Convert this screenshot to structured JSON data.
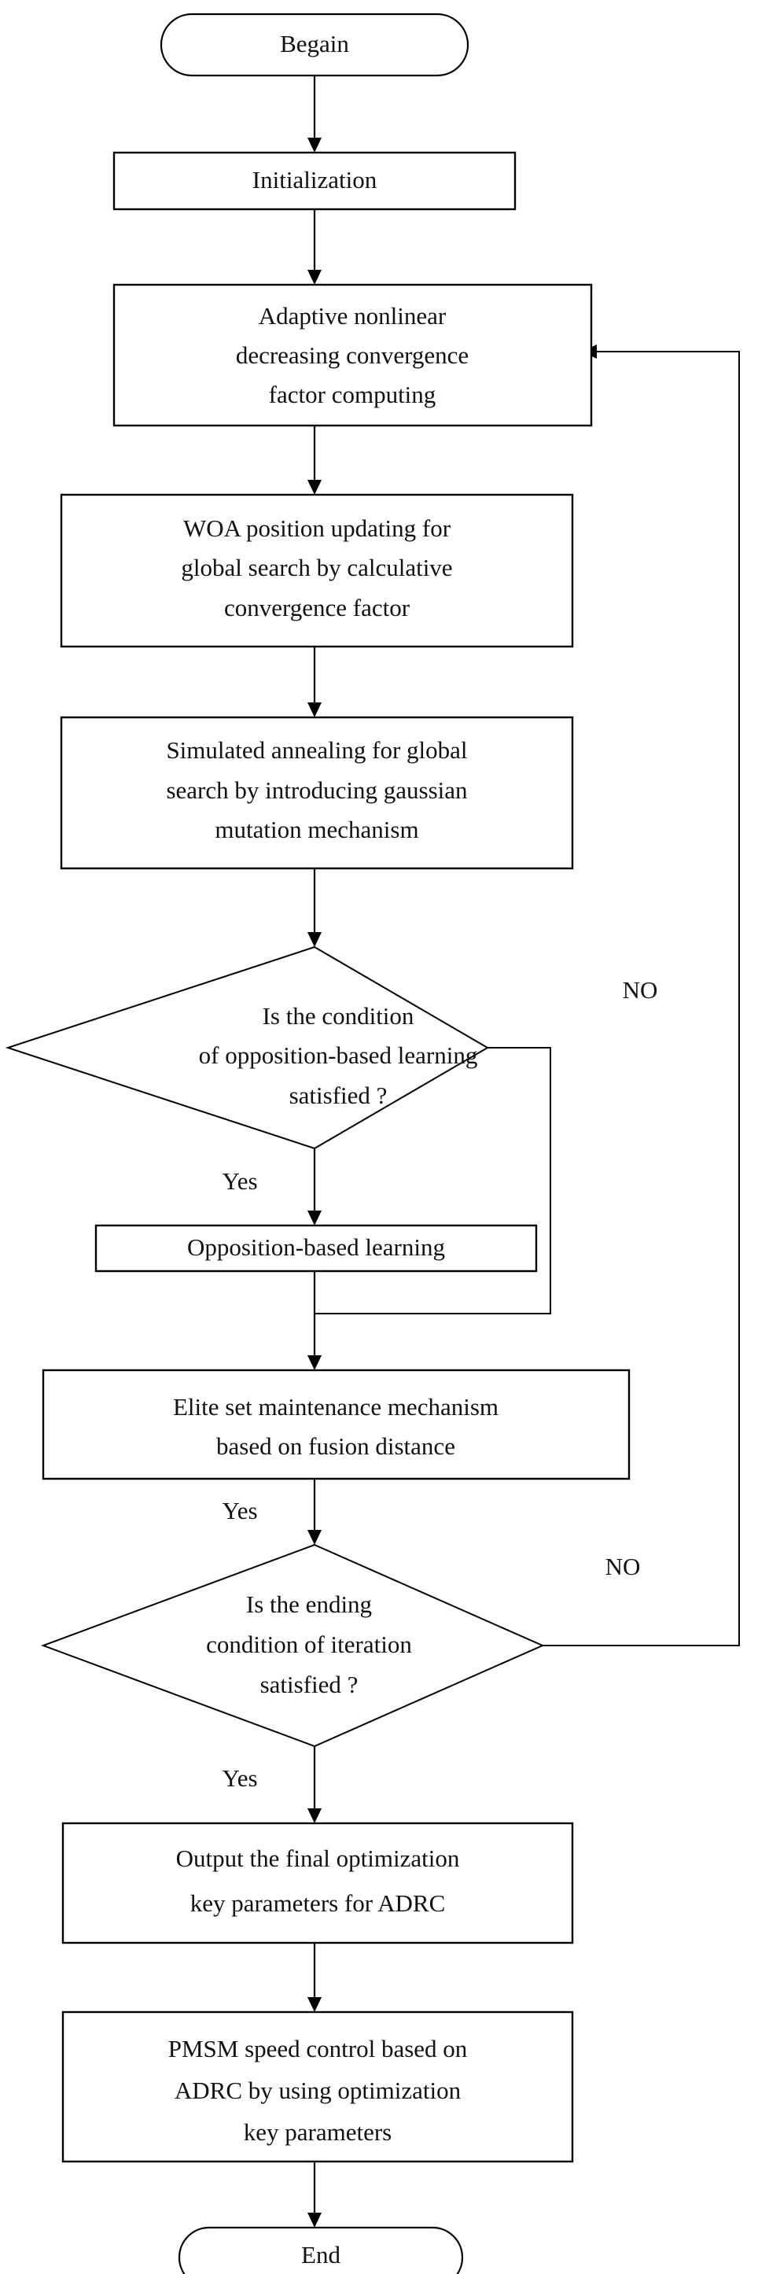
{
  "diagram": {
    "title": "Improved WOA-ADRC optimization flowchart",
    "type": "flowchart",
    "orientation": "top-to-bottom",
    "background_color": "#ffffff",
    "line_color": "#000000",
    "text_color": "#111111",
    "nodes": [
      {
        "id": "begin",
        "shape": "terminator",
        "label": "Begain",
        "lines": [
          "Begain"
        ]
      },
      {
        "id": "initialization",
        "shape": "process",
        "label": "Initialization",
        "lines": [
          "Initialization"
        ]
      },
      {
        "id": "adaptive-factor",
        "shape": "process",
        "label": "Adaptive nonlinear decreasing convergence factor computing",
        "lines": [
          "Adaptive nonlinear",
          "decreasing convergence",
          "factor computing"
        ]
      },
      {
        "id": "woa-position-update",
        "shape": "process",
        "label": "WOA position updating for global search by calculative convergence factor",
        "lines": [
          "WOA position updating for",
          "global search by calculative",
          "convergence factor"
        ]
      },
      {
        "id": "simulated-annealing",
        "shape": "process",
        "label": "Simulated annealing for global search by introducing gaussian mutation mechanism",
        "lines": [
          "Simulated annealing for global",
          "search by introducing gaussian",
          "mutation mechanism"
        ]
      },
      {
        "id": "obl-condition",
        "shape": "decision",
        "label": "Is the condition of opposition-based learning satisfied ?",
        "lines": [
          "Is the condition",
          "of opposition-based learning",
          "satisfied ?"
        ]
      },
      {
        "id": "opposition-based-learning",
        "shape": "process",
        "label": "Opposition-based learning",
        "lines": [
          "Opposition-based learning"
        ]
      },
      {
        "id": "elite-set",
        "shape": "process",
        "label": "Elite set maintenance mechanism based on fusion distance",
        "lines": [
          "Elite set maintenance mechanism",
          "based on fusion distance"
        ]
      },
      {
        "id": "ending-condition",
        "shape": "decision",
        "label": "Is the ending condition of iteration satisfied ?",
        "lines": [
          "Is the ending",
          "condition of iteration",
          "satisfied ?"
        ]
      },
      {
        "id": "output-parameters",
        "shape": "process",
        "label": "Output the final optimization key parameters for ADRC",
        "lines": [
          "Output the final optimization",
          "key parameters for ADRC"
        ]
      },
      {
        "id": "pmsm-control",
        "shape": "process",
        "label": "PMSM speed control based on ADRC by using optimization key parameters",
        "lines": [
          "PMSM speed control based on",
          "ADRC by using optimization",
          "key parameters"
        ]
      },
      {
        "id": "end",
        "shape": "terminator",
        "label": "End",
        "lines": [
          "End"
        ]
      }
    ],
    "edge_labels": {
      "obl_no": "NO",
      "obl_yes": "Yes",
      "elite_yes": "Yes",
      "ending_no": "NO",
      "ending_yes": "Yes"
    },
    "edges": [
      {
        "from": "begin",
        "to": "initialization",
        "label": ""
      },
      {
        "from": "initialization",
        "to": "adaptive-factor",
        "label": ""
      },
      {
        "from": "adaptive-factor",
        "to": "woa-position-update",
        "label": ""
      },
      {
        "from": "woa-position-update",
        "to": "simulated-annealing",
        "label": ""
      },
      {
        "from": "simulated-annealing",
        "to": "obl-condition",
        "label": ""
      },
      {
        "from": "obl-condition",
        "to": "opposition-based-learning",
        "label": "Yes"
      },
      {
        "from": "obl-condition",
        "to": "elite-set",
        "label": "NO"
      },
      {
        "from": "opposition-based-learning",
        "to": "elite-set",
        "label": ""
      },
      {
        "from": "elite-set",
        "to": "ending-condition",
        "label": "Yes"
      },
      {
        "from": "ending-condition",
        "to": "adaptive-factor",
        "label": "NO"
      },
      {
        "from": "ending-condition",
        "to": "output-parameters",
        "label": "Yes"
      },
      {
        "from": "output-parameters",
        "to": "pmsm-control",
        "label": ""
      },
      {
        "from": "pmsm-control",
        "to": "end",
        "label": ""
      }
    ]
  }
}
